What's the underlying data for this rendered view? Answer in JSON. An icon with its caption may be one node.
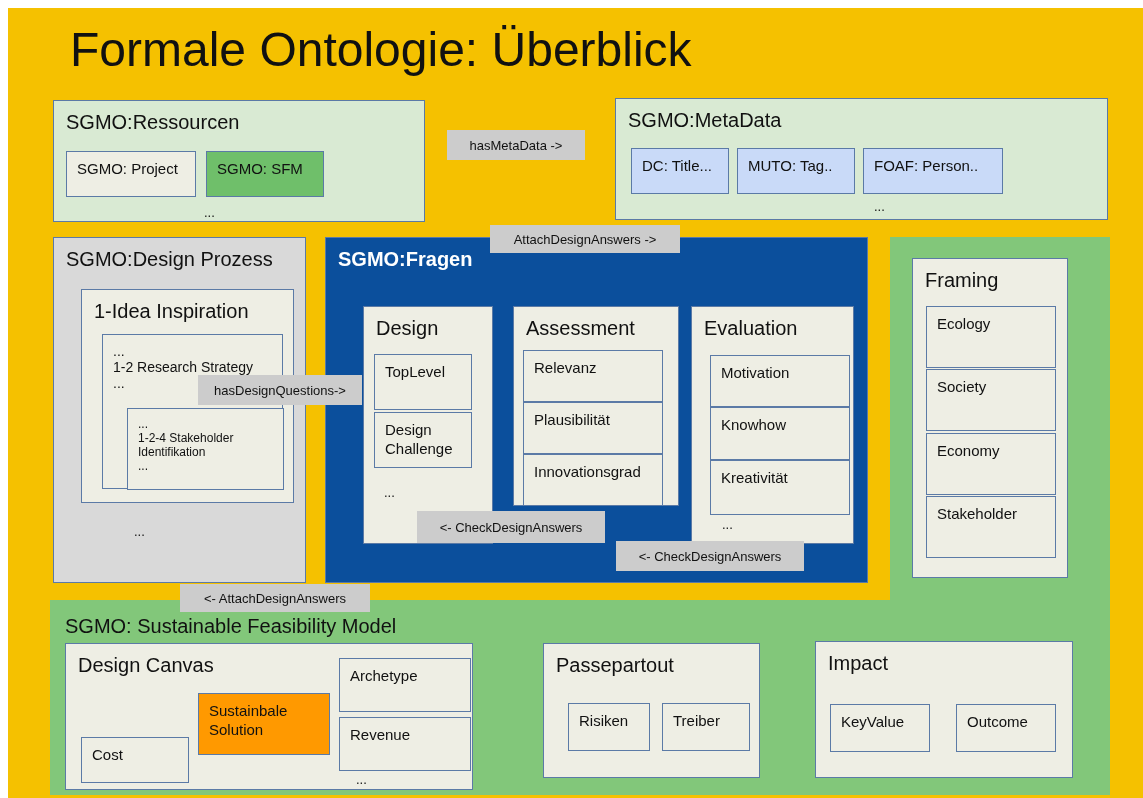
{
  "diagram": {
    "title": "Formale Ontologie: Überblick",
    "nodes": [
      {
        "text": [
          "SGMO:Ressourcen",
          "..."
        ]
      },
      {
        "text": [
          "SGMO: Project"
        ],
        "in": 0
      },
      {
        "text": [
          "SGMO: SFM"
        ],
        "in": 0
      },
      {
        "text": [
          "hasMetaData ->"
        ]
      },
      {
        "text": [
          "SGMO:MetaData",
          "..."
        ]
      },
      {
        "text": [
          "DC: Title..."
        ],
        "in": 4
      },
      {
        "text": [
          "MUTO: Tag.."
        ],
        "in": 4
      },
      {
        "text": [
          "FOAF: Person.."
        ],
        "in": 4
      },
      {
        "text": [
          "AttachDesignAnswers ->"
        ]
      },
      {
        "text": [
          "SGMO:Design Prozess",
          "..."
        ]
      },
      {
        "text": [
          "1-Idea Inspiration"
        ],
        "in": 9
      },
      {
        "text": [
          "...",
          "1-2 Research Strategy",
          "..."
        ],
        "in": 10
      },
      {
        "text": [
          "...",
          "1-2-4 Stakeholder Identifikation",
          "..."
        ],
        "in": 11
      },
      {
        "text": [
          "hasDesignQuestions->"
        ]
      },
      {
        "text": [
          "SGMO:Fragen"
        ]
      },
      {
        "text": [
          "Design",
          "..."
        ],
        "in": 14
      },
      {
        "text": [
          "TopLevel"
        ],
        "in": 15
      },
      {
        "text": [
          "Design Challenge"
        ],
        "in": 15
      },
      {
        "text": [
          "Assessment"
        ],
        "in": 14
      },
      {
        "text": [
          "Relevanz"
        ],
        "in": 18
      },
      {
        "text": [
          "Plausibilität"
        ],
        "in": 18
      },
      {
        "text": [
          "Innovationsgrad"
        ],
        "in": 18
      },
      {
        "text": [
          "Evaluation",
          "..."
        ],
        "in": 14
      },
      {
        "text": [
          "Motivation"
        ],
        "in": 22
      },
      {
        "text": [
          "Knowhow"
        ],
        "in": 22
      },
      {
        "text": [
          "Kreativität"
        ],
        "in": 22
      },
      {
        "text": [
          "<- CheckDesignAnswers"
        ],
        "in": 14
      },
      {
        "text": [
          "<- CheckDesignAnswers"
        ],
        "in": 14
      },
      {
        "text": [
          "<- AttachDesignAnswers"
        ]
      },
      {
        "text": [
          "SGMO: Sustainable Feasibility Model"
        ]
      },
      {
        "text": [
          "Framing"
        ],
        "in": 29
      },
      {
        "text": [
          "Ecology"
        ],
        "in": 30
      },
      {
        "text": [
          "Society"
        ],
        "in": 30
      },
      {
        "text": [
          "Economy"
        ],
        "in": 30
      },
      {
        "text": [
          "Stakeholder"
        ],
        "in": 30
      },
      {
        "text": [
          "Design Canvas",
          "..."
        ],
        "in": 29
      },
      {
        "text": [
          "Archetype"
        ],
        "in": 35
      },
      {
        "text": [
          "Sustainbale Solution"
        ],
        "in": 35
      },
      {
        "text": [
          "Cost"
        ],
        "in": 35
      },
      {
        "text": [
          "Revenue"
        ],
        "in": 35
      },
      {
        "text": [
          "Passepartout"
        ],
        "in": 29
      },
      {
        "text": [
          "Risiken"
        ],
        "in": 40
      },
      {
        "text": [
          "Treiber"
        ],
        "in": 40
      },
      {
        "text": [
          "Impact"
        ],
        "in": 29
      },
      {
        "text": [
          "KeyValue"
        ],
        "in": 43
      },
      {
        "text": [
          "Outcome"
        ],
        "in": 43
      }
    ]
  }
}
